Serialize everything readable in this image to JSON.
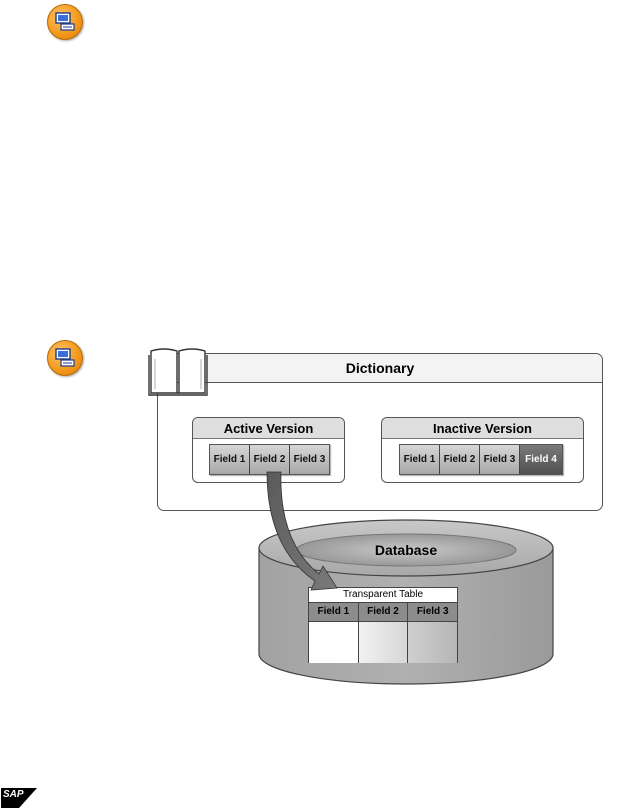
{
  "dictionary": {
    "title": "Dictionary",
    "active_version": {
      "title": "Active Version",
      "fields": [
        "Field 1",
        "Field 2",
        "Field 3"
      ]
    },
    "inactive_version": {
      "title": "Inactive Version",
      "fields": [
        "Field 1",
        "Field 2",
        "Field 3",
        "Field 4"
      ]
    }
  },
  "database": {
    "title": "Database",
    "table_title": "Transparent Table",
    "fields": [
      "Field 1",
      "Field 2",
      "Field 3"
    ]
  },
  "logo": {
    "text": "SAP"
  },
  "icons": [
    "presentation-icon",
    "book-icon",
    "arrow-icon"
  ],
  "colors": {
    "icon_orange": "#f39a1c",
    "new_field": "#5a5a5a",
    "database_gray": "#a9a9a9"
  }
}
